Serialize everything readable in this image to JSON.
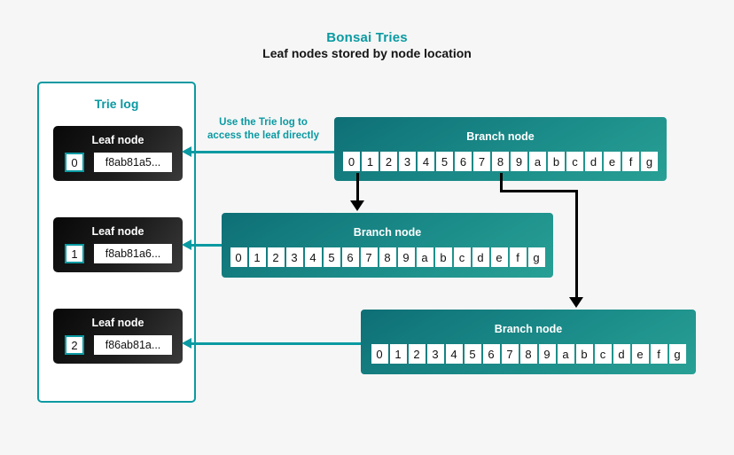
{
  "page": {
    "title": "Bonsai Tries",
    "subtitle": "Leaf nodes stored by node location",
    "accent_color": "#0a9aa2",
    "background_color": "#f6f6f6"
  },
  "trie_log": {
    "title": "Trie log",
    "leaf_label": "Leaf node",
    "leaves": [
      {
        "index": "0",
        "hash": "f8ab81a5..."
      },
      {
        "index": "1",
        "hash": "f8ab81a6..."
      },
      {
        "index": "2",
        "hash": "f86ab81a..."
      }
    ]
  },
  "annotation": {
    "line1": "Use the Trie log to",
    "line2": "access the leaf directly"
  },
  "branches": [
    {
      "label": "Branch node",
      "cells": [
        "0",
        "1",
        "2",
        "3",
        "4",
        "5",
        "6",
        "7",
        "8",
        "9",
        "a",
        "b",
        "c",
        "d",
        "e",
        "f",
        "g"
      ]
    },
    {
      "label": "Branch node",
      "cells": [
        "0",
        "1",
        "2",
        "3",
        "4",
        "5",
        "6",
        "7",
        "8",
        "9",
        "a",
        "b",
        "c",
        "d",
        "e",
        "f",
        "g"
      ]
    },
    {
      "label": "Branch node",
      "cells": [
        "0",
        "1",
        "2",
        "3",
        "4",
        "5",
        "6",
        "7",
        "8",
        "9",
        "a",
        "b",
        "c",
        "d",
        "e",
        "f",
        "g"
      ]
    }
  ]
}
